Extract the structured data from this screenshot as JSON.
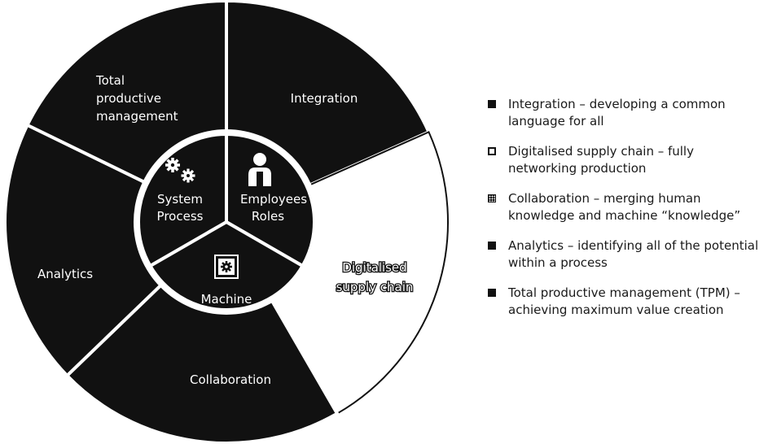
{
  "diagram": {
    "outer_segments": [
      {
        "id": "integration",
        "label": "Integration",
        "fill": "#111111"
      },
      {
        "id": "digitalised",
        "label": "Digitalised supply chain",
        "label_lines": [
          "Digitalised",
          "supply chain"
        ],
        "fill": "#ffffff"
      },
      {
        "id": "collaboration",
        "label": "Collaboration",
        "fill": "#111111"
      },
      {
        "id": "analytics",
        "label": "Analytics",
        "fill": "#111111"
      },
      {
        "id": "tpm",
        "label": "Total productive management",
        "label_lines": [
          "Total",
          "productive",
          "management"
        ],
        "fill": "#111111"
      }
    ],
    "inner_segments": [
      {
        "id": "system-process",
        "icon": "gears-icon",
        "label_lines": [
          "System",
          "Process"
        ]
      },
      {
        "id": "employees-roles",
        "icon": "person-icon",
        "label_lines": [
          "Employees",
          "Roles"
        ]
      },
      {
        "id": "machine",
        "icon": "machine-gear-icon",
        "label_lines": [
          "Machine"
        ]
      }
    ],
    "colors": {
      "dark": "#111111",
      "light": "#ffffff",
      "divider": "#ffffff"
    }
  },
  "legend": [
    {
      "swatch": "dark",
      "text": "Integration – developing a common language for all"
    },
    {
      "swatch": "white",
      "text": "Digitalised supply chain – fully networking production"
    },
    {
      "swatch": "dotted",
      "text": "Collaboration – merging human knowledge and machine “knowledge”"
    },
    {
      "swatch": "dark",
      "text": "Analytics – identifying all of the potential within a process"
    },
    {
      "swatch": "dark",
      "text": "Total productive management (TPM) – achieving maximum value creation"
    }
  ]
}
